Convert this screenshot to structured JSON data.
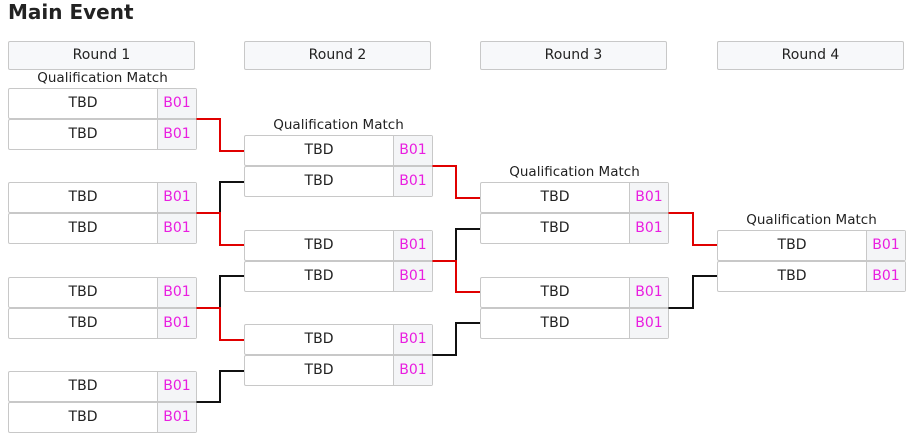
{
  "page": {
    "title": "Main Event"
  },
  "rounds": [
    "Round 1",
    "Round 2",
    "Round 3",
    "Round 4"
  ],
  "colors": {
    "winner_path": "#e00000",
    "bracket_line": "#111111",
    "score_text": "#e91ee0"
  },
  "matches": [
    {
      "round": 1,
      "label": "Qualification Match",
      "slots": [
        {
          "name": "TBD",
          "score": "B01"
        },
        {
          "name": "TBD",
          "score": "B01"
        }
      ]
    },
    {
      "round": 1,
      "label": "",
      "slots": [
        {
          "name": "TBD",
          "score": "B01"
        },
        {
          "name": "TBD",
          "score": "B01"
        }
      ]
    },
    {
      "round": 1,
      "label": "",
      "slots": [
        {
          "name": "TBD",
          "score": "B01"
        },
        {
          "name": "TBD",
          "score": "B01"
        }
      ]
    },
    {
      "round": 1,
      "label": "",
      "slots": [
        {
          "name": "TBD",
          "score": "B01"
        },
        {
          "name": "TBD",
          "score": "B01"
        }
      ]
    },
    {
      "round": 2,
      "label": "Qualification Match",
      "slots": [
        {
          "name": "TBD",
          "score": "B01"
        },
        {
          "name": "TBD",
          "score": "B01"
        }
      ]
    },
    {
      "round": 2,
      "label": "",
      "slots": [
        {
          "name": "TBD",
          "score": "B01"
        },
        {
          "name": "TBD",
          "score": "B01"
        }
      ]
    },
    {
      "round": 2,
      "label": "",
      "slots": [
        {
          "name": "TBD",
          "score": "B01"
        },
        {
          "name": "TBD",
          "score": "B01"
        }
      ]
    },
    {
      "round": 3,
      "label": "Qualification Match",
      "slots": [
        {
          "name": "TBD",
          "score": "B01"
        },
        {
          "name": "TBD",
          "score": "B01"
        }
      ]
    },
    {
      "round": 3,
      "label": "",
      "slots": [
        {
          "name": "TBD",
          "score": "B01"
        },
        {
          "name": "TBD",
          "score": "B01"
        }
      ]
    },
    {
      "round": 4,
      "label": "Qualification Match",
      "slots": [
        {
          "name": "TBD",
          "score": "B01"
        },
        {
          "name": "TBD",
          "score": "B01"
        }
      ]
    }
  ]
}
